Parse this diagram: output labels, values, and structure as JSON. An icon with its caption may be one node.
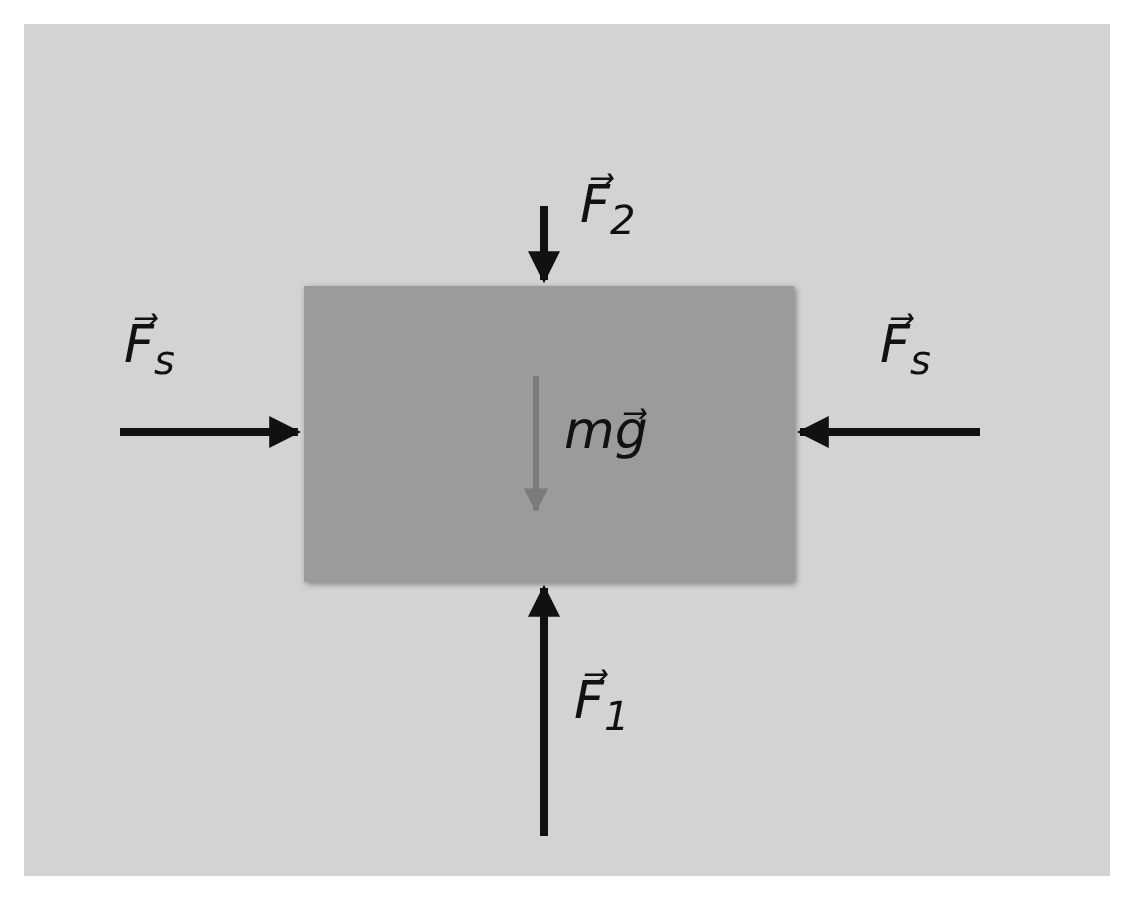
{
  "diagram": {
    "nodes": [
      {
        "text": [
          "mg⃗"
        ]
      }
    ],
    "labels": [
      "F⃗$_{2}$",
      "F⃗$_{s}$",
      "F⃗$_{s}$",
      "F⃗$_{1}$"
    ]
  }
}
